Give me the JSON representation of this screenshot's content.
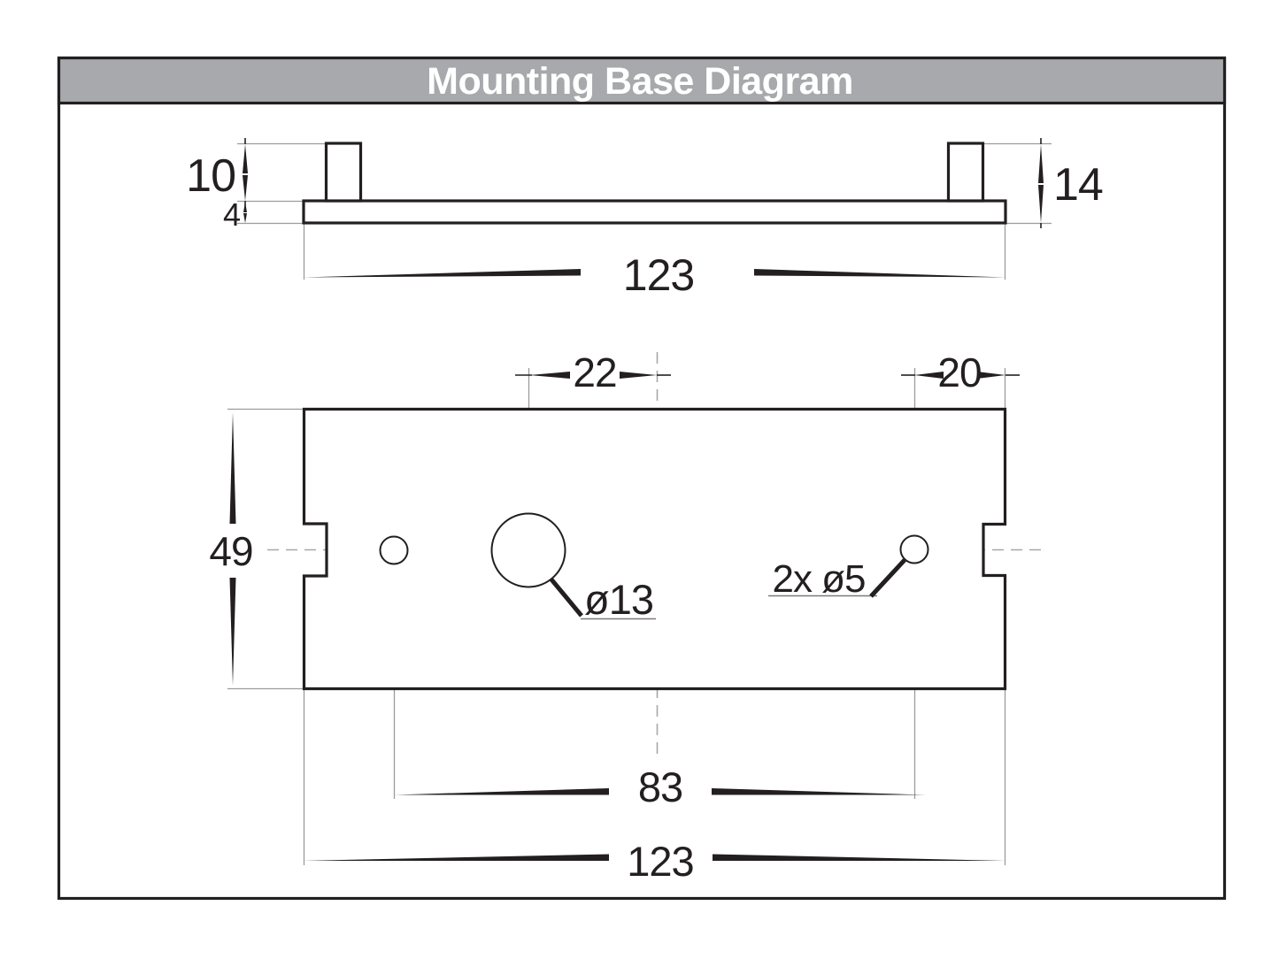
{
  "title": "Mounting Base Diagram",
  "colors": {
    "line": "#231f20",
    "extension_line": "#9c9c9c",
    "centerline": "#a8a8a8",
    "header_bg": "#a7a9ac",
    "header_text": "#ffffff",
    "background": "#ffffff"
  },
  "side_view": {
    "peg_height": "10",
    "base_thickness": "4",
    "overall_height": "14",
    "overall_width": "123"
  },
  "plan_view": {
    "center_hole_offset": "22",
    "edge_hole_offset": "20",
    "depth": "49",
    "center_hole_label": "ø13",
    "screw_hole_label": "2x ø5",
    "hole_spacing": "83",
    "overall_width": "123"
  }
}
